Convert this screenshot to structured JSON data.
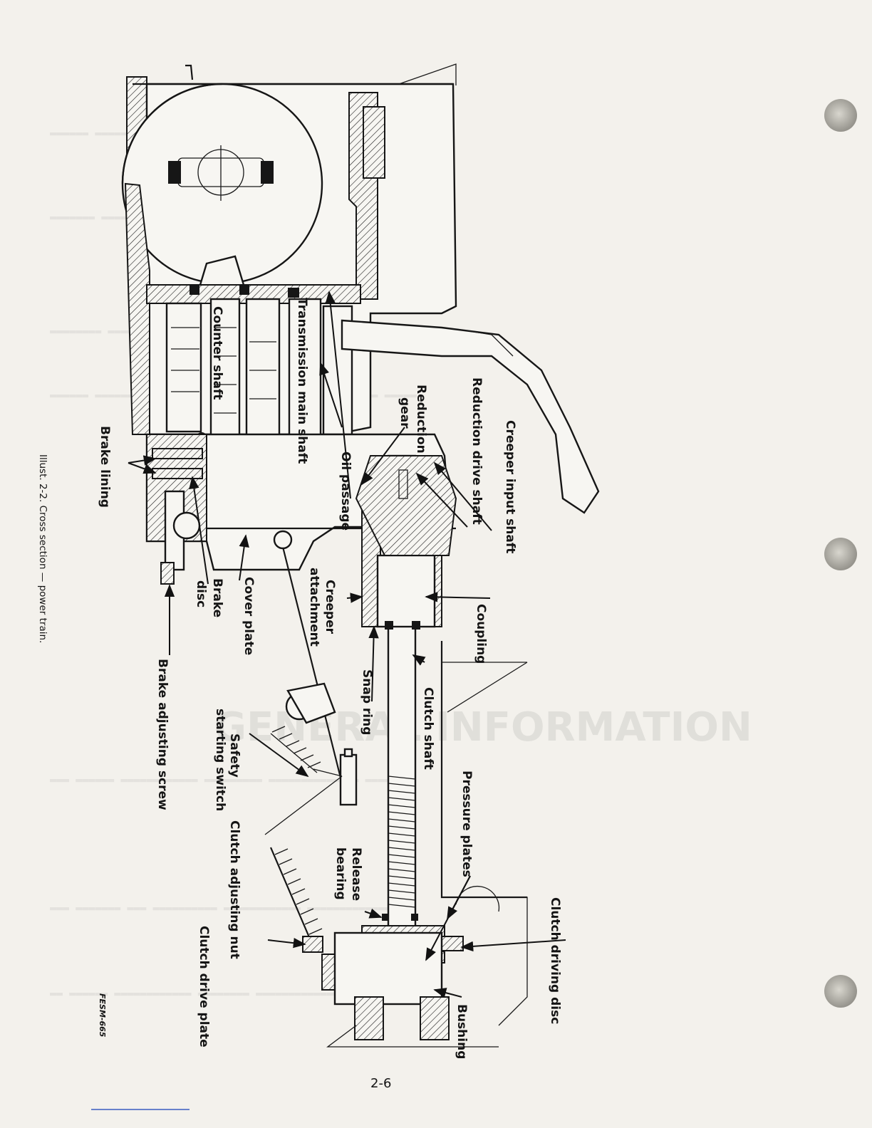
{
  "labels": {
    "creeper_input_shaft": "Creeper input shaft",
    "reduction_drive_shaft": "Reduction drive shaft",
    "reduction_gear_1": "Reduction",
    "reduction_gear_2": "gear",
    "oil_passage": "Oil passage",
    "transmission_main_shaft": "Transmission main shaft",
    "counter_shaft": "Counter shaft",
    "brake_lining": "Brake lining",
    "brake_disc_1": "Brake",
    "brake_disc_2": "disc",
    "cover_plate": "Cover plate",
    "creeper_attachment_1": "Creeper",
    "creeper_attachment_2": "attachment",
    "coupling": "Coupling",
    "snap_ring": "Snap ring",
    "clutch_shaft": "Clutch shaft",
    "safety_switch_1": "Safety",
    "safety_switch_2": "starting switch",
    "brake_adjusting_screw": "Brake adjusting screw",
    "pressure_plates": "Pressure plates",
    "release_bearing_1": "Release",
    "release_bearing_2": "bearing",
    "clutch_adjusting_nut": "Clutch adjusting nut",
    "clutch_drive_plate": "Clutch drive plate",
    "clutch_driving_disc": "Clutch driving disc",
    "bushing": "Bushing"
  },
  "caption": "Illust. 2-2. Cross section — power train.",
  "figure_code": "FESM-665",
  "page_number": "2-6",
  "colors": {
    "paper": "#f3f1ec",
    "ink": "#161616",
    "hole_shadow": "#9e9c94"
  }
}
